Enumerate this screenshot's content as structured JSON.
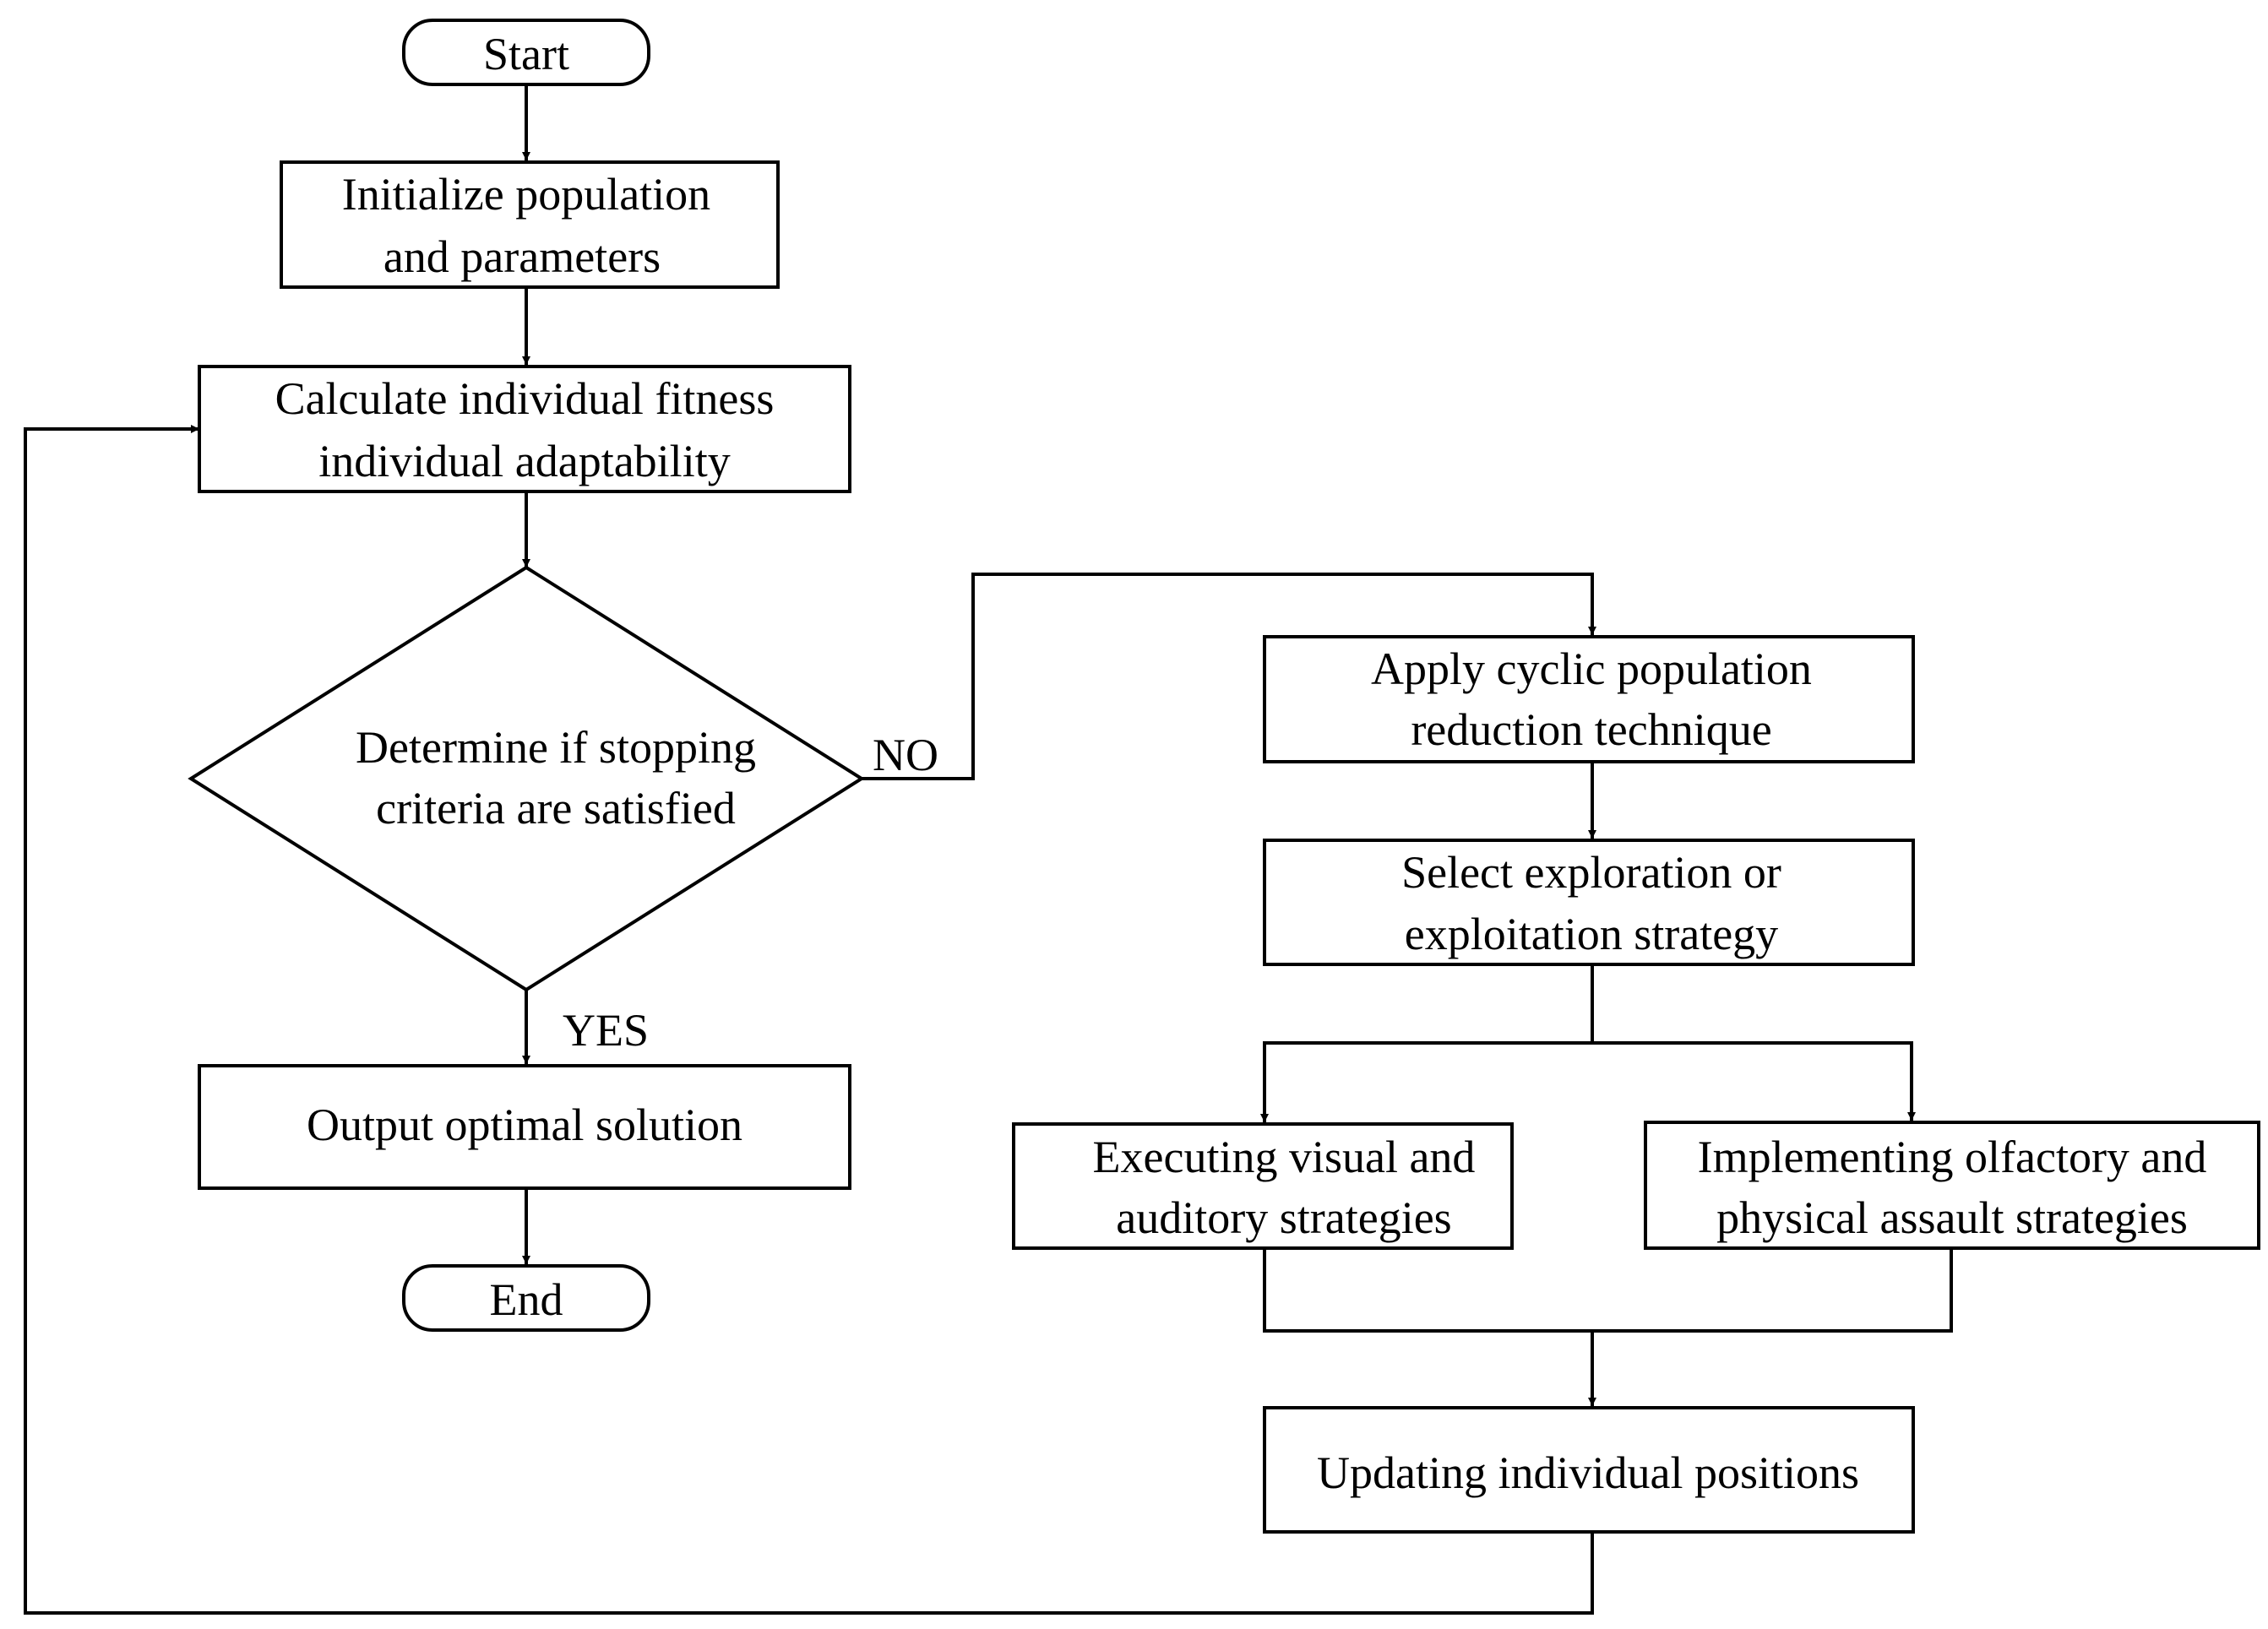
{
  "nodes": {
    "start": {
      "label": "Start"
    },
    "init": {
      "lines": [
        "Initialize population",
        "and parameters"
      ]
    },
    "fitness": {
      "lines": [
        "Calculate individual fitness",
        "individual adaptability"
      ]
    },
    "decision": {
      "lines": [
        "Determine if stopping",
        "criteria are satisfied"
      ]
    },
    "output": {
      "label": "Output optimal solution"
    },
    "end": {
      "label": "End"
    },
    "reduction": {
      "lines": [
        "Apply cyclic population",
        "reduction technique"
      ]
    },
    "select": {
      "lines": [
        "Select exploration or",
        "exploitation strategy"
      ]
    },
    "visual": {
      "lines": [
        "Executing visual and",
        "auditory strategies"
      ]
    },
    "olfactory": {
      "lines": [
        "Implementing olfactory and",
        "physical assault strategies"
      ]
    },
    "update": {
      "label": "Updating individual positions"
    }
  },
  "edge_labels": {
    "no": "NO",
    "yes": "YES"
  }
}
